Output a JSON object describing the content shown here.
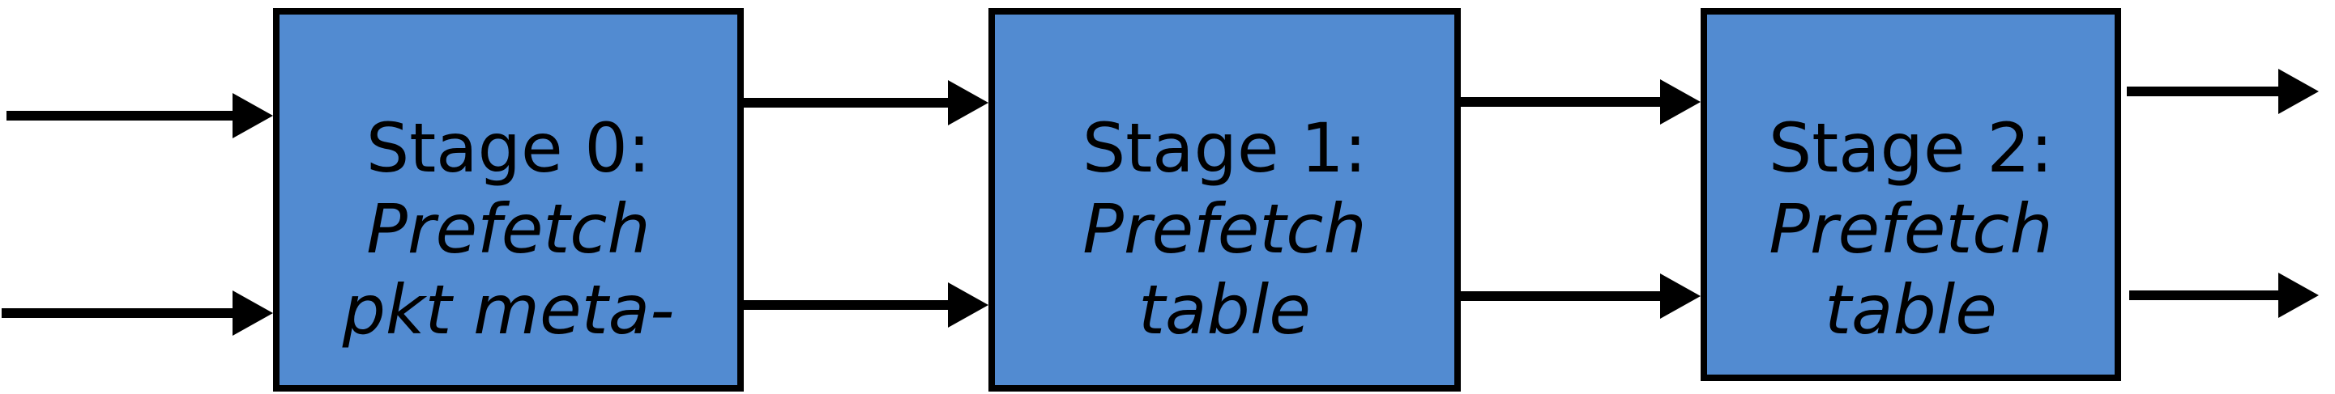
{
  "diagram": {
    "title": "three-stage prefetch pipeline",
    "stages": [
      {
        "line1": "Stage 0:",
        "line2": "Prefetch",
        "line3": "pkt meta-"
      },
      {
        "line1": "Stage 1:",
        "line2": "Prefetch",
        "line3": "table"
      },
      {
        "line1": "Stage 2:",
        "line2": "Prefetch",
        "line3": "table"
      }
    ],
    "arrows": {
      "inputs_to_stage0": 2,
      "stage0_to_stage1": 2,
      "stage1_to_stage2": 2,
      "outputs_from_stage2": 2
    },
    "colors": {
      "box_fill": "#528bd1",
      "box_border": "#000000",
      "arrow": "#000000",
      "text": "#000000",
      "background": "#ffffff"
    }
  }
}
